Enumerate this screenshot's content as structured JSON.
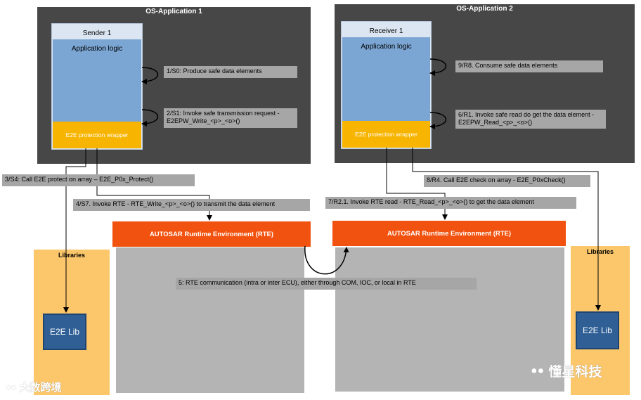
{
  "os_app_1": {
    "title": "OS-Application 1",
    "component": "Sender 1",
    "app_logic": "Application logic",
    "wrapper": "E2E protection wrapper"
  },
  "os_app_2": {
    "title": "OS-Application 2",
    "component": "Receiver 1",
    "app_logic": "Application logic",
    "wrapper": "E2E protection wrapper"
  },
  "steps": {
    "s0": "1/S0: Produce safe data elements",
    "s1": "2/S1: Invoke safe transmission request - E2EPW_Write_<p>_<o>()",
    "s4": "3/S4: Call E2E protect on array – E2E_P0x_Protect()",
    "s7": "4/S7. Invoke RTE - RTE_Write_<p>_<o>() to transmit the data element",
    "rte_comm": "5: RTE communication (intra or inter ECU), either through COM, IOC, or local in RTE",
    "r1": "6/R1. Invoke safe read do get the data element - E2EPW_Read_<p>_<o>()",
    "r2": "7/R2.1. Invoke RTE read - RTE_Read_<p>_<o>() to get the data element",
    "r4": "8/R4. Call E2E check on array - E2E_P0xCheck()",
    "r8": "9/R8. Consume safe data elements"
  },
  "rte": {
    "left": "AUTOSAR Runtime Environment (RTE)",
    "right": "AUTOSAR Runtime Environment (RTE)"
  },
  "libraries": {
    "left_title": "Libraries",
    "right_title": "Libraries",
    "left_lib": "E2E Lib",
    "right_lib": "E2E Lib"
  },
  "watermarks": {
    "left": "大数跨境",
    "right": "懂星科技"
  },
  "colors": {
    "os_app_bg": "#474747",
    "app_logic": "#7ba6d4",
    "wrapper": "#f7b400",
    "rte": "#f2520f",
    "libraries": "#fcc76b",
    "e2e_lib": "#2f5f95",
    "step_label": "#a6a6a6"
  }
}
